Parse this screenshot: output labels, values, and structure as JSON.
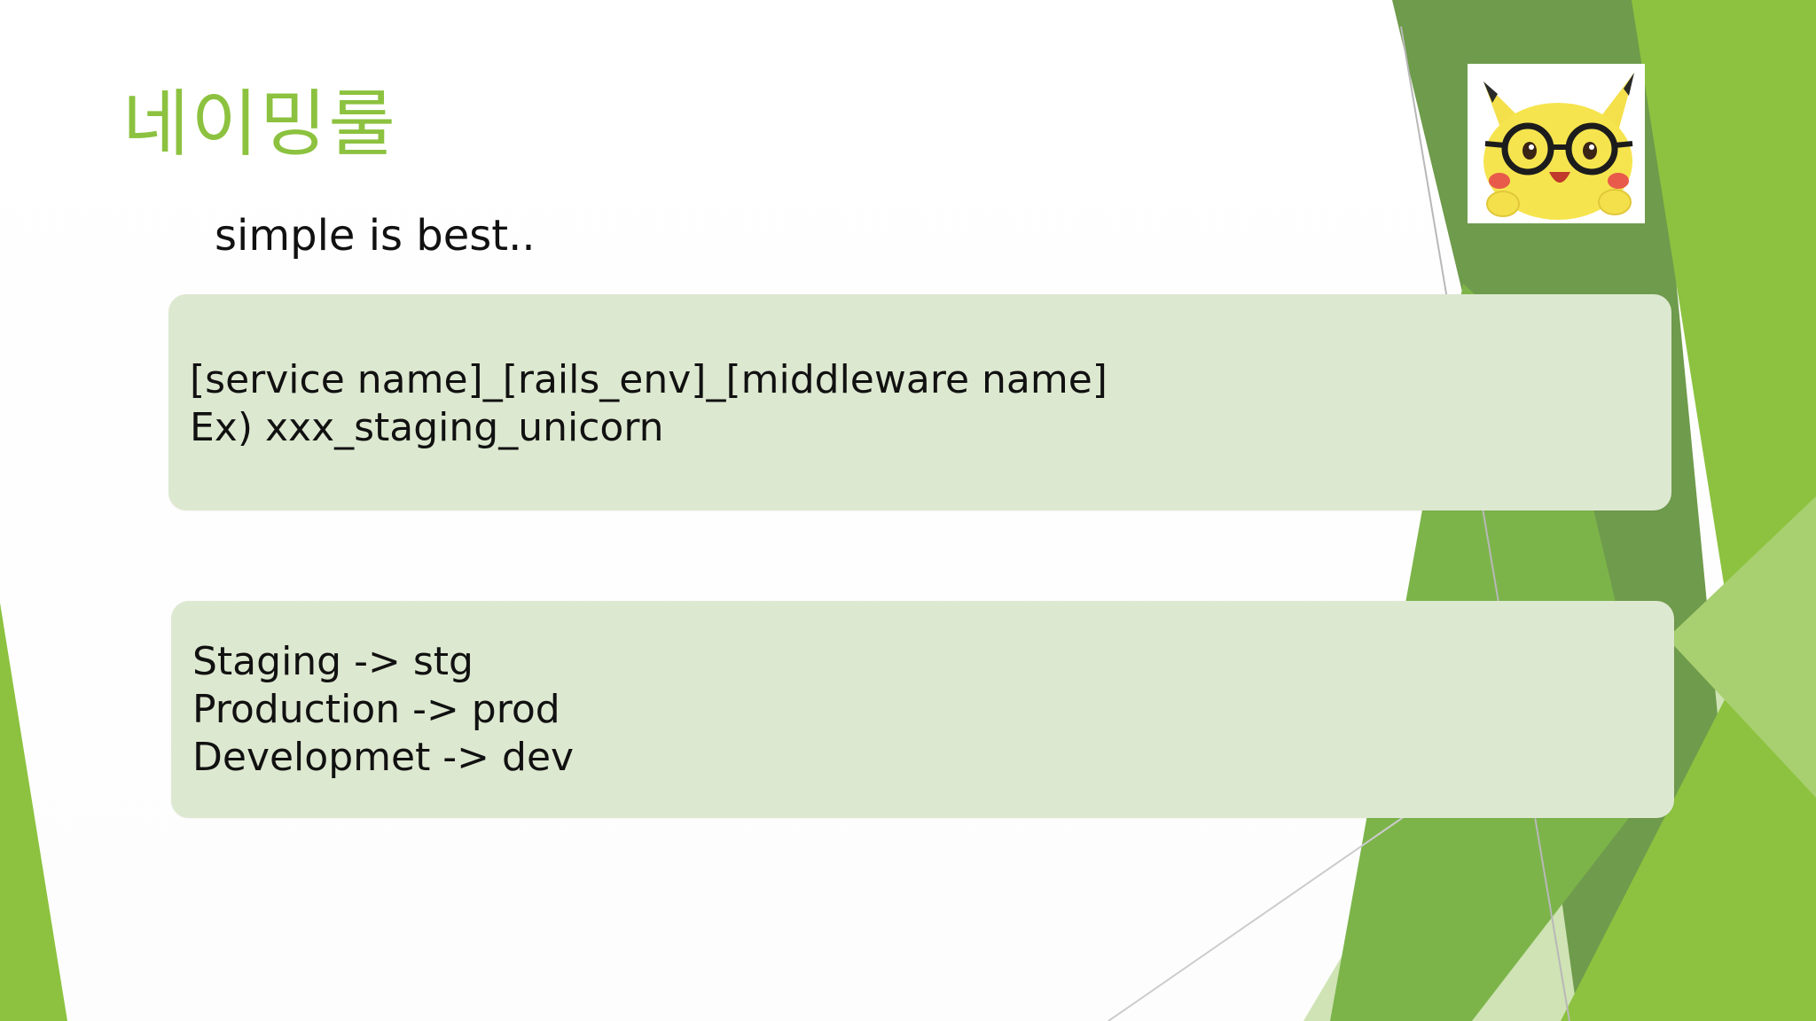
{
  "slide": {
    "title": "네이밍룰",
    "subtitle": "simple is best..",
    "naming_box": {
      "lines": [
        "[service name]_[rails_env]_[middleware name]",
        "Ex) xxx_staging_unicorn"
      ]
    },
    "env_box": {
      "lines": [
        "Staging -> stg",
        "Production -> prod",
        "Developmet -> dev"
      ]
    },
    "image": {
      "icon": "pikachu-with-glasses-icon"
    }
  },
  "colors": {
    "title": "#8cc23f",
    "box_fill": "#dde8d0",
    "accent_dark": "#6b9a45",
    "accent_bright": "#8cc23f",
    "accent_light": "#c8e0a8"
  }
}
